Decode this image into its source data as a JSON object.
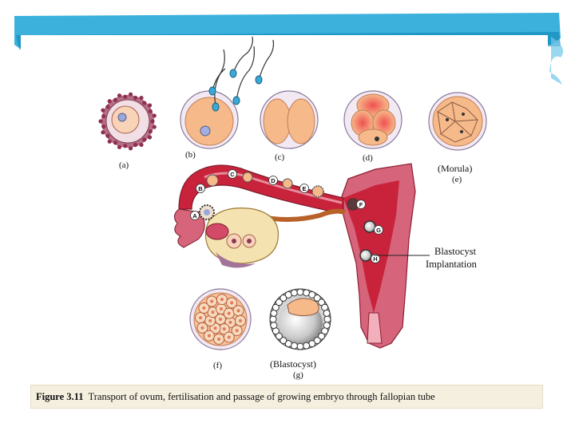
{
  "figure": {
    "stage_labels": {
      "a": "(a)",
      "b": "(b)",
      "c": "(c)",
      "d": "(d)",
      "e_name": "(Morula)",
      "e": "(e)",
      "f": "(f)",
      "g_name": "(Blastocyst)",
      "g": "(g)"
    },
    "path_markers": [
      "A",
      "B",
      "C",
      "D",
      "E",
      "F",
      "G",
      "H"
    ],
    "callout_line1": "Blastocyst",
    "callout_line2": "Implantation"
  },
  "caption": {
    "figure_number": "Figure 3.11",
    "text": "Transport of ovum, fertilisation and passage of growing embryo through fallopian tube"
  },
  "colors": {
    "header_band": "#1aa3d6",
    "uterus_red": "#c8233a",
    "cell_peach": "#f6b98a",
    "ovary_cream": "#f4e3b1"
  }
}
